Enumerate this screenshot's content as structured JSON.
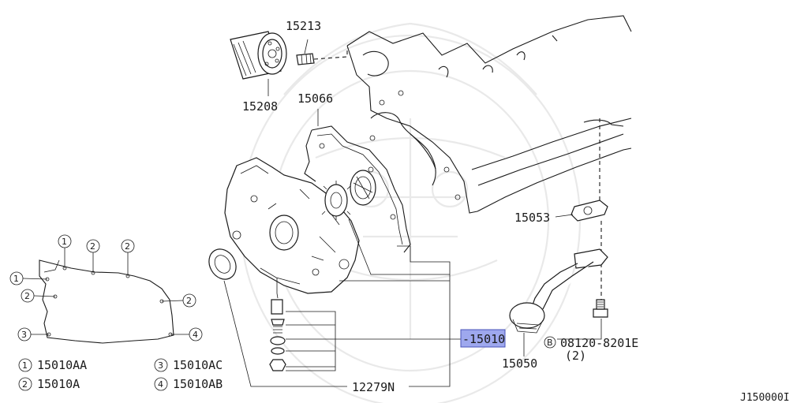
{
  "diagram_id": "J150000I",
  "callouts": {
    "oil_filter": "15208",
    "filter_connector": "15213",
    "front_cover_gasket": "15066",
    "pickup_gasket": "15053",
    "oil_strainer": "15050",
    "oil_pump_assy": "-15010",
    "bolt_number": "08120-8201E",
    "bolt_qty": "(2)",
    "bolt_marker": "B",
    "valve_kit": "12279N"
  },
  "bolt_markers": {
    "m1": "1",
    "m2": "2",
    "m3": "3",
    "m4": "4"
  },
  "legend": [
    {
      "marker": "1",
      "part": "15010AA"
    },
    {
      "marker": "2",
      "part": "15010A"
    },
    {
      "marker": "3",
      "part": "15010AC"
    },
    {
      "marker": "4",
      "part": "15010AB"
    }
  ],
  "colors": {
    "line": "#1a1a1a",
    "highlight_fill": "#9ea8ee",
    "highlight_border": "#4a55b8",
    "watermark": "#e9e9e9"
  }
}
